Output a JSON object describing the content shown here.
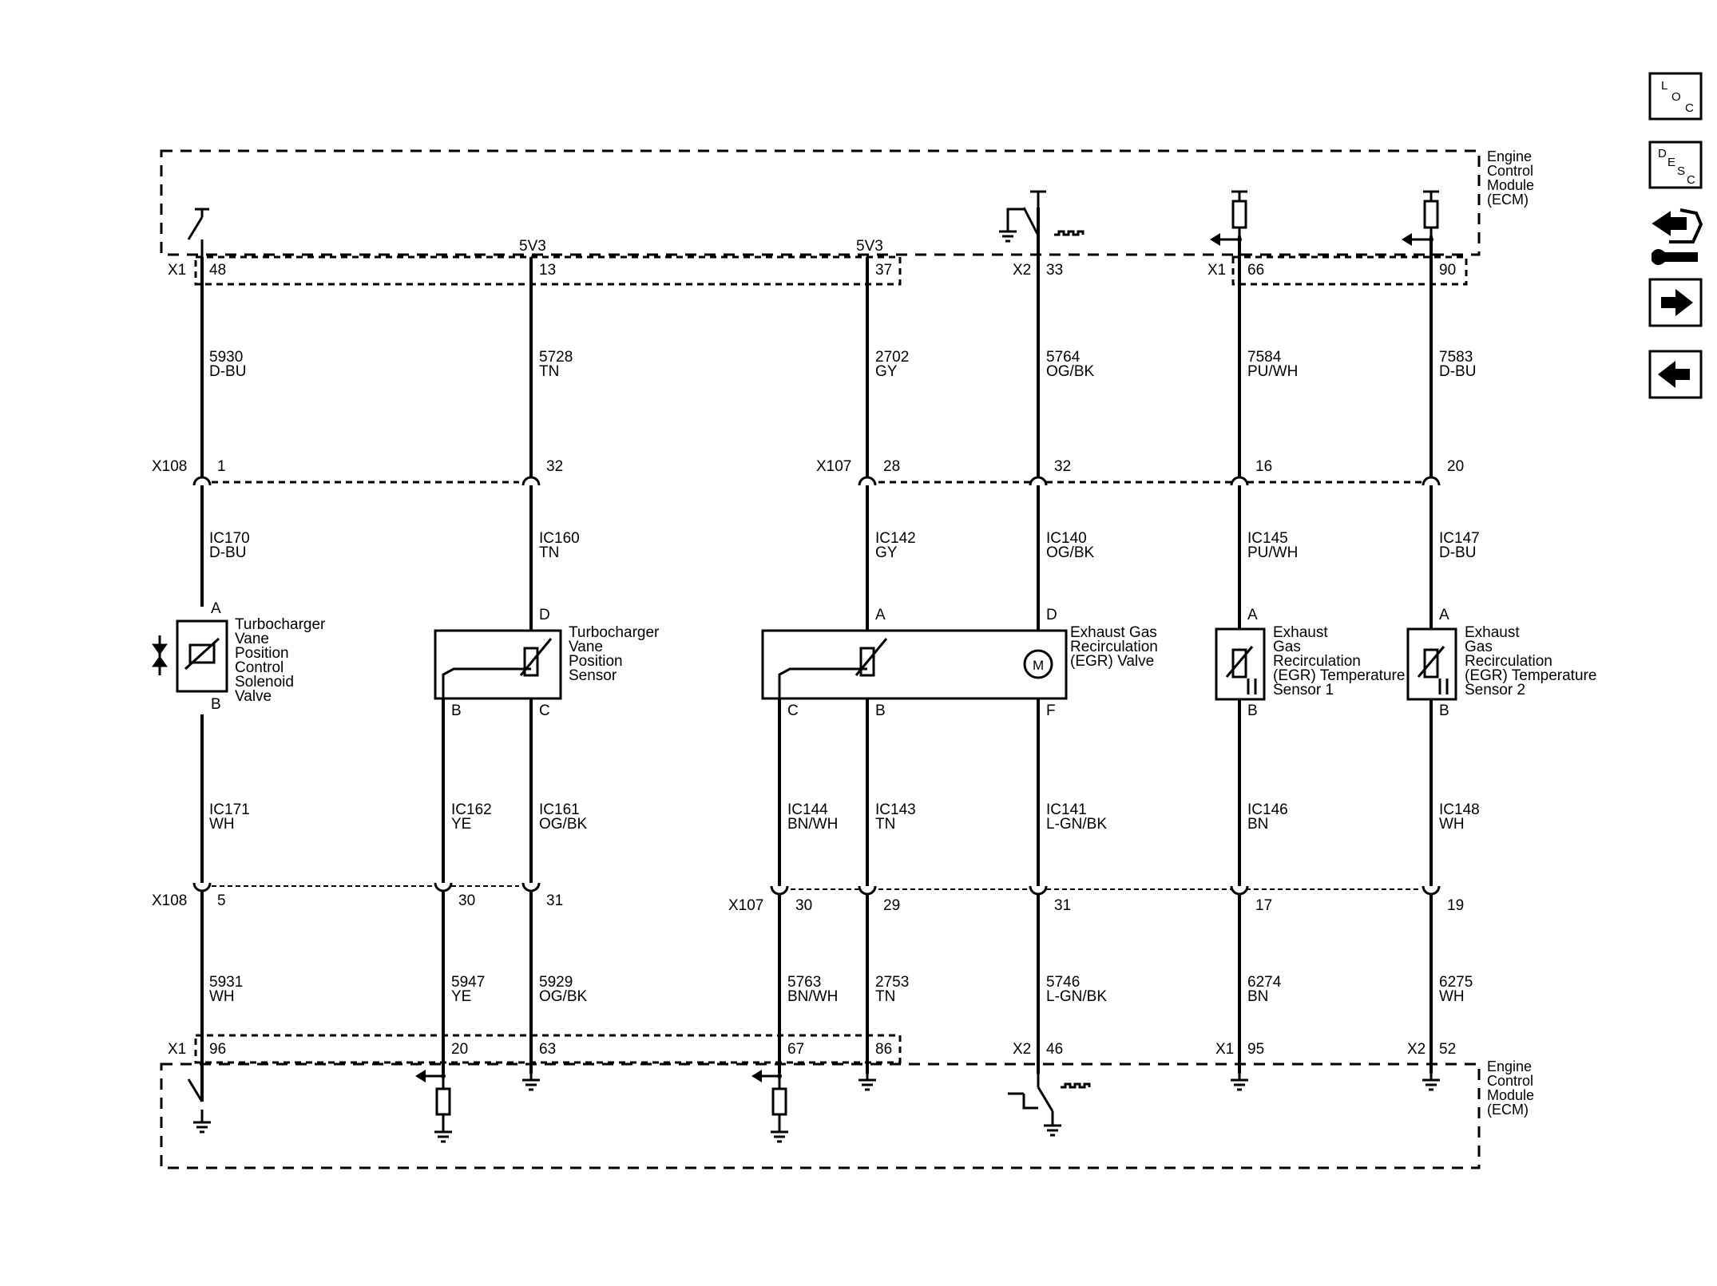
{
  "ecm_label": [
    "Engine",
    "Control",
    "Module",
    "(ECM)"
  ],
  "nav_buttons": [
    {
      "icon": "location-icon",
      "text": [
        "L",
        "O",
        "C"
      ]
    },
    {
      "icon": "description-icon",
      "text": [
        "D",
        "E",
        "S",
        "C"
      ]
    },
    {
      "icon": "connector-repair-icon"
    },
    {
      "icon": "next-page-arrow-icon"
    },
    {
      "icon": "previous-page-arrow-icon"
    }
  ],
  "top_connectors": {
    "x1_a": "X1",
    "x2_a": "X2",
    "x1_b": "X1"
  },
  "bottom_connectors": {
    "x1_a": "X1",
    "x2": "X2",
    "x1_b": "X1",
    "x2_b": "X2"
  },
  "inline_connectors": {
    "x108_top": "X108",
    "x107_top": "X107",
    "x108_bottom": "X108",
    "x107_bottom": "X107"
  },
  "ref_5v": [
    "5V3",
    "5V3"
  ],
  "circuits": [
    {
      "top_pin": "48",
      "ecm_wire": "5930",
      "ecm_color": "D-BU",
      "inline_top_pin": "1",
      "harness_wire": "IC170",
      "harness_color": "D-BU",
      "pin_a": "A",
      "pin_b": "B",
      "low_wire": "IC171",
      "low_color": "WH",
      "inline_bottom_pin": "5",
      "return_wire": "5931",
      "return_color": "WH",
      "bottom_pin": "96"
    },
    {
      "top_pin": "13",
      "ecm_wire": "5728",
      "ecm_color": "TN",
      "inline_top_pin": "32",
      "harness_wire": "IC160",
      "harness_color": "TN",
      "pin_d": "D",
      "pin_b": "B",
      "pin_c": "C",
      "low_wire_b": "IC162",
      "low_color_b": "YE",
      "low_wire_c": "IC161",
      "low_color_c": "OG/BK",
      "inline_bottom_pin_b": "30",
      "inline_bottom_pin_c": "31",
      "return_wire_b": "5947",
      "return_color_b": "YE",
      "return_wire_c": "5929",
      "return_color_c": "OG/BK",
      "bottom_pin_b": "20",
      "bottom_pin_c": "63"
    },
    {
      "top_pin": "37",
      "ecm_wire": "2702",
      "ecm_color": "GY",
      "inline_top_pin": "28",
      "harness_wire": "IC142",
      "harness_color": "GY",
      "pin_a": "A",
      "pin_b": "B",
      "pin_c": "C",
      "low_wire_c": "IC144",
      "low_color_c": "BN/WH",
      "low_wire_b": "IC143",
      "low_color_b": "TN",
      "inline_bottom_pin_c": "30",
      "inline_bottom_pin_b": "29",
      "return_wire_c": "5763",
      "return_color_c": "BN/WH",
      "return_wire_b": "2753",
      "return_color_b": "TN",
      "bottom_pin_c": "67",
      "bottom_pin_b": "86"
    },
    {
      "top_pin": "33",
      "ecm_wire": "5764",
      "ecm_color": "OG/BK",
      "inline_top_pin": "32",
      "harness_wire": "IC140",
      "harness_color": "OG/BK",
      "pin_d": "D",
      "pin_f": "F",
      "low_wire": "IC141",
      "low_color": "L-GN/BK",
      "inline_bottom_pin": "31",
      "return_wire": "5746",
      "return_color": "L-GN/BK",
      "bottom_pin": "46"
    },
    {
      "top_pin": "66",
      "ecm_wire": "7584",
      "ecm_color": "PU/WH",
      "inline_top_pin": "16",
      "harness_wire": "IC145",
      "harness_color": "PU/WH",
      "pin_a": "A",
      "pin_b": "B",
      "low_wire": "IC146",
      "low_color": "BN",
      "inline_bottom_pin": "17",
      "return_wire": "6274",
      "return_color": "BN",
      "bottom_pin": "95"
    },
    {
      "top_pin": "90",
      "ecm_wire": "7583",
      "ecm_color": "D-BU",
      "inline_top_pin": "20",
      "harness_wire": "IC147",
      "harness_color": "D-BU",
      "pin_a": "A",
      "pin_b": "B",
      "low_wire": "IC148",
      "low_color": "WH",
      "inline_bottom_pin": "19",
      "return_wire": "6275",
      "return_color": "WH",
      "bottom_pin": "52"
    }
  ],
  "components": {
    "solenoid": [
      "Turbocharger",
      "Vane",
      "Position",
      "Control",
      "Solenoid",
      "Valve"
    ],
    "vane_sensor": [
      "Turbocharger",
      "Vane",
      "Position",
      "Sensor"
    ],
    "egr_valve": [
      "Exhaust Gas",
      "Recirculation",
      "(EGR) Valve"
    ],
    "egr_temp_1": [
      "Exhaust",
      "Gas",
      "Recirculation",
      "(EGR) Temperature",
      "Sensor 1"
    ],
    "egr_temp_2": [
      "Exhaust",
      "Gas",
      "Recirculation",
      "(EGR) Temperature",
      "Sensor 2"
    ],
    "motor_symbol": "M"
  }
}
